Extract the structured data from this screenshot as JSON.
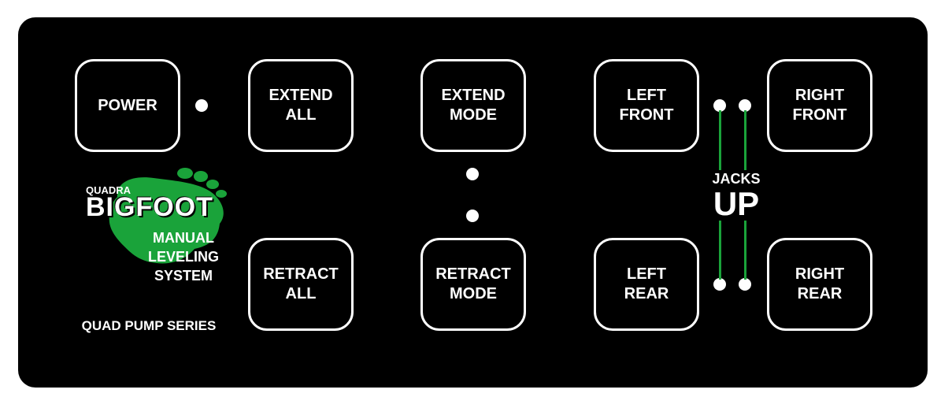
{
  "panel": {
    "background": "#000000",
    "accent_color": "#1aa33a"
  },
  "buttons": {
    "power": "POWER",
    "extend_all": "EXTEND\nALL",
    "retract_all": "RETRACT\nALL",
    "extend_mode": "EXTEND\nMODE",
    "retract_mode": "RETRACT\nMODE",
    "left_front": "LEFT\nFRONT",
    "right_front": "RIGHT\nFRONT",
    "left_rear": "LEFT\nREAR",
    "right_rear": "RIGHT\nREAR"
  },
  "logo": {
    "brand_small": "QUADRA",
    "brand_big": "BIGFOOT",
    "line1": "MANUAL",
    "line2": "LEVELING",
    "line3": "SYSTEM",
    "footprint_icon": "footprint-icon",
    "series": "QUAD PUMP SERIES"
  },
  "jacks_status": {
    "label": "JACKS",
    "state": "UP"
  }
}
